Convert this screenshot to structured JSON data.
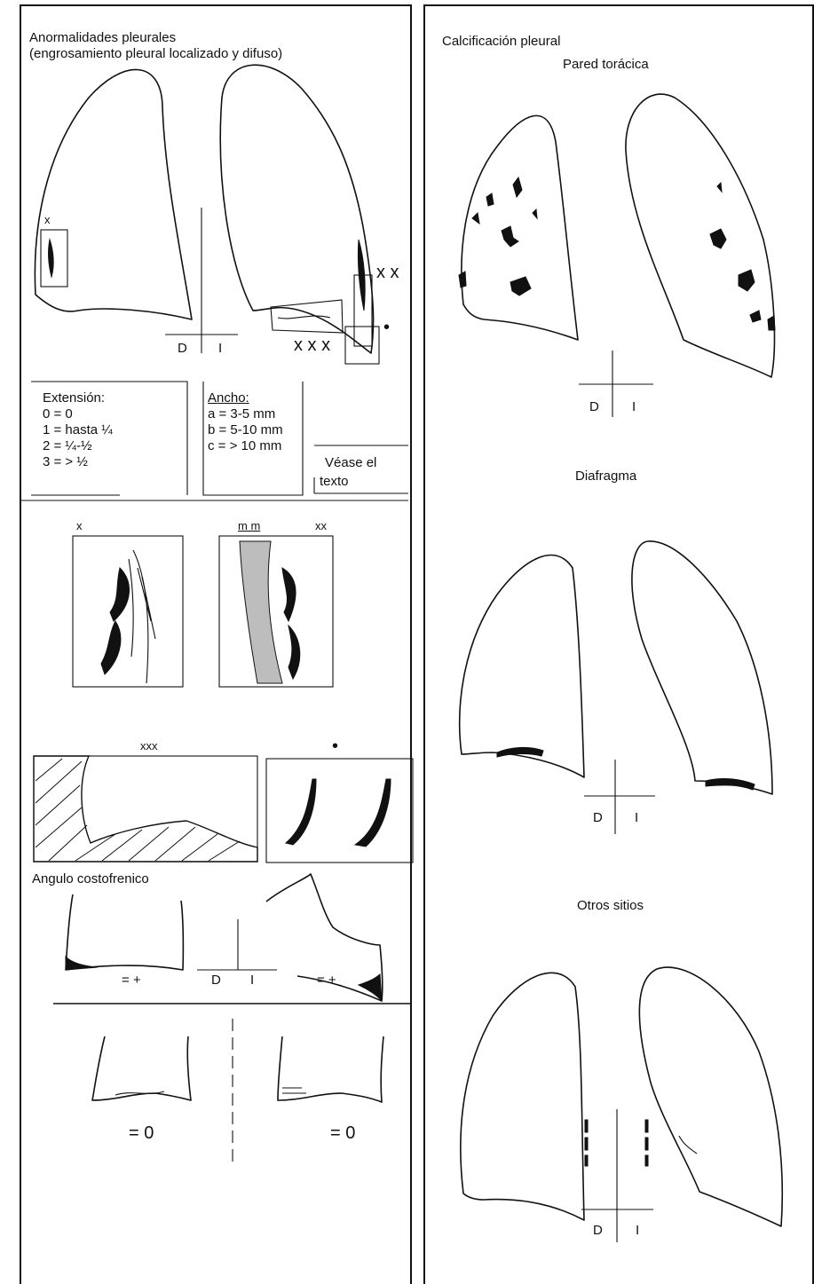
{
  "left_panel": {
    "title_line1": "Anormalidades pleurales",
    "title_line2": "(engrosamiento pleural localizado y difuso)",
    "marker_x": "x",
    "marker_xx": "x x",
    "marker_xxx": "x x x",
    "marker_dot": "•",
    "axis_d": "D",
    "axis_i": "I",
    "extension_box": {
      "heading": "Extensión:",
      "lines": [
        "0 = 0",
        "1 = hasta ¼",
        "2 = ¼-½",
        "3 = > ½"
      ]
    },
    "ancho_box": {
      "heading": "Ancho:",
      "lines": [
        "a = 3-5 mm",
        "b = 5-10 mm",
        "c = > 10 mm"
      ]
    },
    "vease": {
      "line1": "Véase el",
      "line2": "texto"
    },
    "detail_labels": {
      "x": "x",
      "mm": "m m",
      "xx": "xx",
      "xxx": "xxx",
      "dot": "•"
    },
    "angulo": {
      "title": "Angulo costofrenico",
      "plus_left": "= +",
      "plus_right": "= +",
      "zero_left": "= 0",
      "zero_right": "= 0",
      "axis_d": "D",
      "axis_i": "I"
    }
  },
  "right_panel": {
    "title": "Calcificación pleural",
    "pared_title": "Pared torácica",
    "diafragma_title": "Diafragma",
    "otros_title": "Otros sitios",
    "axis_d": "D",
    "axis_i": "I"
  }
}
